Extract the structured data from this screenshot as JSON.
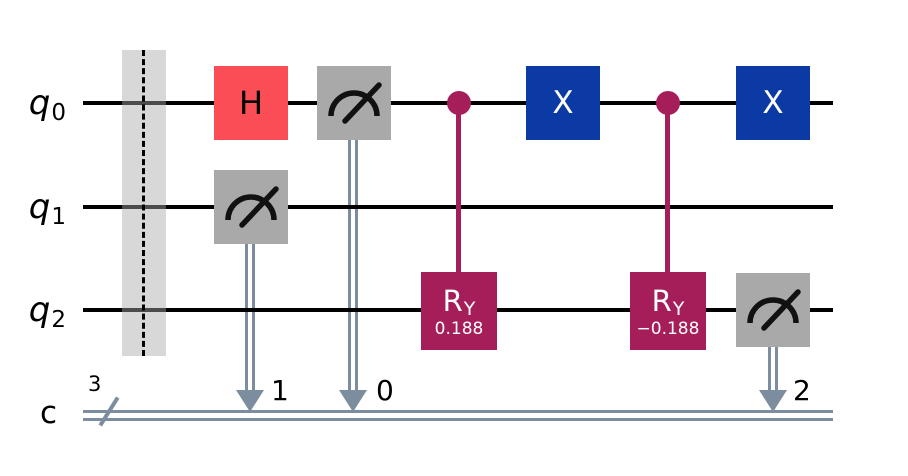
{
  "diagram": {
    "type": "quantum-circuit",
    "qubits": [
      {
        "base": "q",
        "sub": "0"
      },
      {
        "base": "q",
        "sub": "1"
      },
      {
        "base": "q",
        "sub": "2"
      }
    ],
    "classical_register": {
      "label": "c",
      "size": "3"
    },
    "gates": {
      "h": {
        "label": "H"
      },
      "x_first": {
        "label": "X"
      },
      "x_second": {
        "label": "X"
      },
      "ry_first": {
        "base": "R",
        "sub": "Y",
        "param": "0.188"
      },
      "ry_second": {
        "base": "R",
        "sub": "Y",
        "param": "−0.188"
      }
    },
    "measurements": [
      {
        "qubit": "q1",
        "clbit": "1"
      },
      {
        "qubit": "q0",
        "clbit": "0"
      },
      {
        "qubit": "q2",
        "clbit": "2"
      }
    ],
    "colors": {
      "h_gate": "#fa4d56",
      "x_gate": "#0c3aa5",
      "ry_gate": "#a51e5a",
      "measure_gate": "#a9a9a9",
      "classical_wire": "#7b8d9e",
      "barrier": "#a8a8a8"
    }
  }
}
